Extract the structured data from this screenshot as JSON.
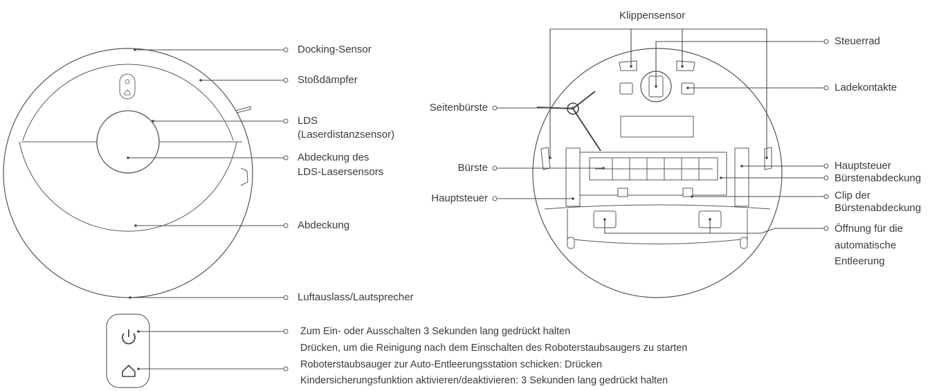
{
  "top_view": {
    "docking_sensor": "Docking-Sensor",
    "bumper": "Stoßdämpfer",
    "lds_line1": "LDS",
    "lds_line2": "(Laserdistanzsensor)",
    "lds_cover_line1": "Abdeckung des",
    "lds_cover_line2": "LDS-Lasersensors",
    "cover": "Abdeckung",
    "air_outlet": "Luftauslass/Lautsprecher"
  },
  "bottom_view": {
    "cliff_sensor": "Klippensensor",
    "steering_wheel": "Steuerrad",
    "charging_contacts": "Ladekontakte",
    "side_brush": "Seitenbürste",
    "brush": "Bürste",
    "main_control_left": "Hauptsteuer",
    "main_control_right": "Hauptsteuer",
    "brush_cover": "Bürstenabdeckung",
    "brush_cover_clip_line1": "Clip der",
    "brush_cover_clip_line2": "Bürstenabdeckung",
    "dust_opening_line1": "Öffnung für die",
    "dust_opening_line2": "automatische",
    "dust_opening_line3": "Entleerung"
  },
  "buttons": {
    "power_line1": "Zum Ein- oder Ausschalten  3 Sekunden lang gedrückt halten",
    "power_line2": "Drücken, um die Reinigung nach dem Einschalten des Roboterstaubsaugers zu starten",
    "home_line1": "Roboterstaubsauger zur Auto-Entleerungsstation schicken: Drücken",
    "home_line2": "Kindersicherungsfunktion aktivieren/deaktivieren: 3 Sekunden lang gedrückt halten"
  },
  "icons": [
    "power-icon",
    "home-icon"
  ]
}
